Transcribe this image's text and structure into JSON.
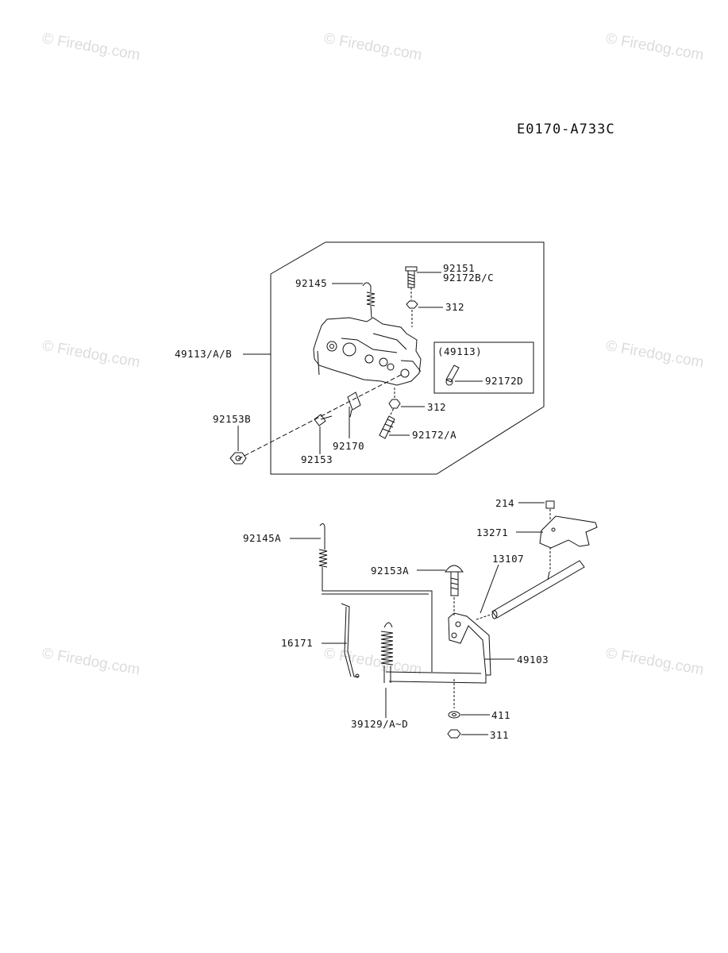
{
  "watermark": "© Firedog.com",
  "diagram_code": "E0170-A733C",
  "parts": {
    "p92151": "92151",
    "p92172bc": "92172B/C",
    "p92145": "92145",
    "p312a": "312",
    "p49113ab": "49113/A/B",
    "p49113": "(49113)",
    "p92172d": "92172D",
    "p92153b": "92153B",
    "p312b": "312",
    "p92170": "92170",
    "p92172a": "92172/A",
    "p92153": "92153",
    "p214": "214",
    "p13271": "13271",
    "p92145a": "92145A",
    "p13107": "13107",
    "p92153a": "92153A",
    "p16171": "16171",
    "p49103": "49103",
    "p411": "411",
    "p311": "311",
    "p39129ad": "39129/A~D"
  }
}
